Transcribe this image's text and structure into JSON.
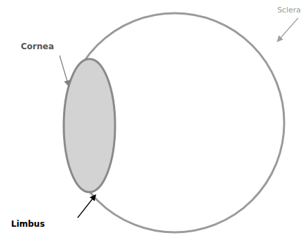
{
  "diagram": {
    "labels": [
      "Cornea",
      "Sclera",
      "Limbus"
    ]
  }
}
